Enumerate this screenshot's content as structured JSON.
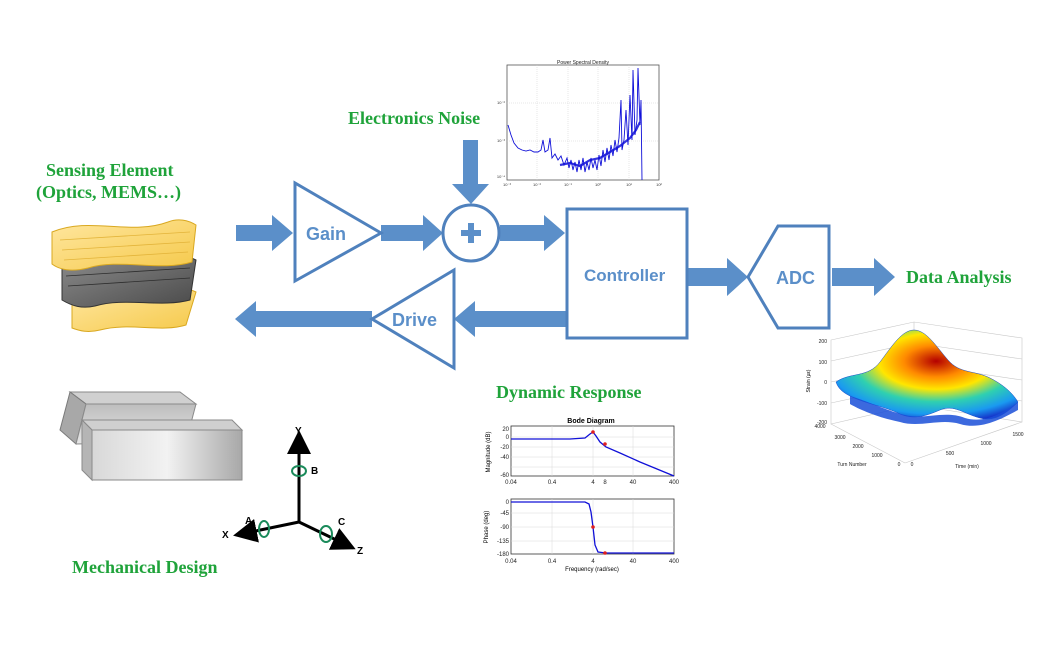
{
  "labels": {
    "sensing_element_line1": "Sensing Element",
    "sensing_element_line2": "(Optics, MEMS…)",
    "electronics_noise": "Electronics Noise",
    "dynamic_response": "Dynamic Response",
    "mechanical_design": "Mechanical Design",
    "data_analysis": "Data Analysis"
  },
  "blocks": {
    "gain": "Gain",
    "sum": "+",
    "controller": "Controller",
    "adc": "ADC",
    "drive": "Drive"
  },
  "psd_plot": {
    "title": "Power Spectral Density",
    "x_ticks": [
      "10⁻³",
      "10⁻²",
      "10⁻¹",
      "10⁰",
      "10¹",
      "10²"
    ],
    "y_ticks": [
      "10⁻²",
      "10⁻³",
      "10⁻⁴"
    ]
  },
  "bode": {
    "title": "Bode Diagram",
    "mag_ylabel": "Magnitude (dB)",
    "mag_yticks": [
      "20",
      "0",
      "-20",
      "-40",
      "-60"
    ],
    "mag_xticks": [
      "0.04",
      "0.4",
      "4",
      "8",
      "40",
      "400"
    ],
    "phase_ylabel": "Phase (deg)",
    "phase_yticks": [
      "0",
      "-45",
      "-90",
      "-135",
      "-180"
    ],
    "phase_xticks": [
      "0.04",
      "0.4",
      "4",
      "40",
      "400"
    ],
    "xlabel": "Frequency (rad/sec)"
  },
  "axes3d_icon": {
    "x": "X",
    "y": "Y",
    "z": "Z",
    "a": "A",
    "b": "B",
    "c": "C"
  },
  "surface_plot": {
    "zlabel": "Strain (µε)",
    "z_ticks": [
      "200",
      "100",
      "0",
      "-100",
      "-200"
    ],
    "y_label": "Turn Number",
    "y_ticks": [
      "4000",
      "3000",
      "2000",
      "1000",
      "0"
    ],
    "x_label": "Time (min)",
    "x_ticks": [
      "0",
      "500",
      "1000",
      "1500"
    ]
  },
  "colors": {
    "block_blue": "#4f81bd",
    "arrow_blue": "#5b8fc9",
    "label_green": "#1fa33a",
    "block_text": "#5b8fc9",
    "trace_blue": "#1010d8"
  }
}
